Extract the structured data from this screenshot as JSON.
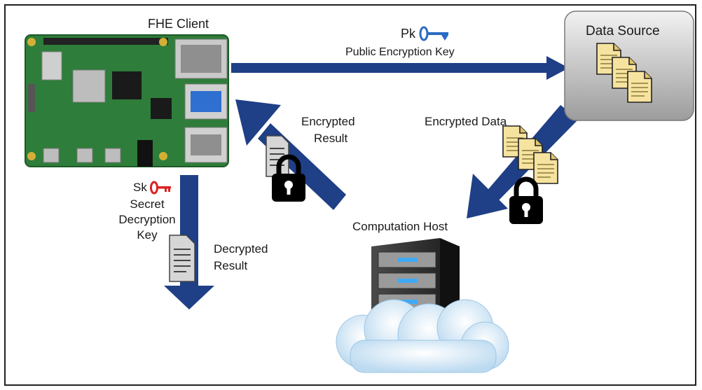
{
  "title": "FHE Client",
  "data_source": {
    "label": "Data Source"
  },
  "public_key": {
    "abbr": "Pk",
    "label": "Public Encryption Key"
  },
  "secret_key": {
    "abbr": "Sk",
    "line1": "Secret",
    "line2": "Decryption",
    "line3": "Key"
  },
  "encrypted_result": {
    "line1": "Encrypted",
    "line2": "Result"
  },
  "encrypted_data": {
    "label": "Encrypted Data"
  },
  "computation_host": {
    "label": "Computation Host"
  },
  "decrypted_result": {
    "line1": "Decrypted",
    "line2": "Result"
  },
  "colors": {
    "arrow": "#1f3f86",
    "board": "#2e7d3a",
    "key_public": "#2b6cc4",
    "key_secret": "#d22",
    "doc": "#f6e3a0"
  },
  "icons": [
    "raspberry-pi-board",
    "key-icon",
    "document-icon",
    "lock-icon",
    "server-icon",
    "cloud-icon"
  ]
}
